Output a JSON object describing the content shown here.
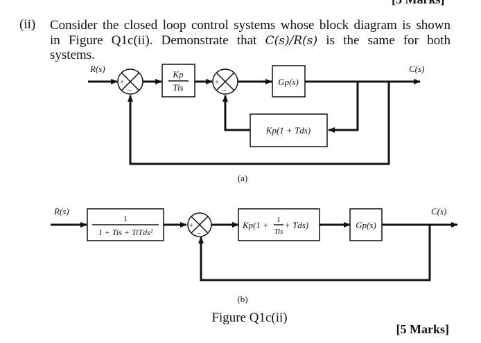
{
  "top_marks": "[5 Marks]",
  "question": {
    "number": "(ii)",
    "line1": "Consider the closed loop control systems whose block diagram is shown",
    "line2_a": "in Figure Q1c(ii). Demonstrate that ",
    "line2_math": "C(s)/R(s)",
    "line2_b": " is the same for both",
    "line3": "systems."
  },
  "diagram_a": {
    "input": "R(s)",
    "output": "C(s)",
    "block1_num": "Kp",
    "block1_den": "Tis",
    "plant": "Gp(s)",
    "feedback": "Kp(1 + Tds)",
    "sign_plus": "+",
    "sign_minus": "−",
    "caption": "(a)"
  },
  "diagram_b": {
    "input": "R(s)",
    "output": "C(s)",
    "prefilter_num": "1",
    "prefilter_den": "1 + Tis + TiTds²",
    "controller_a": "Kp(1 + ",
    "controller_frac_num": "1",
    "controller_frac_den": "Tis",
    "controller_b": " + Tds)",
    "plant": "Gp(s)",
    "sign_plus": "+",
    "sign_minus": "−",
    "caption": "(b)"
  },
  "figure_caption": "Figure Q1c(ii)",
  "marks": "[5 Marks]"
}
